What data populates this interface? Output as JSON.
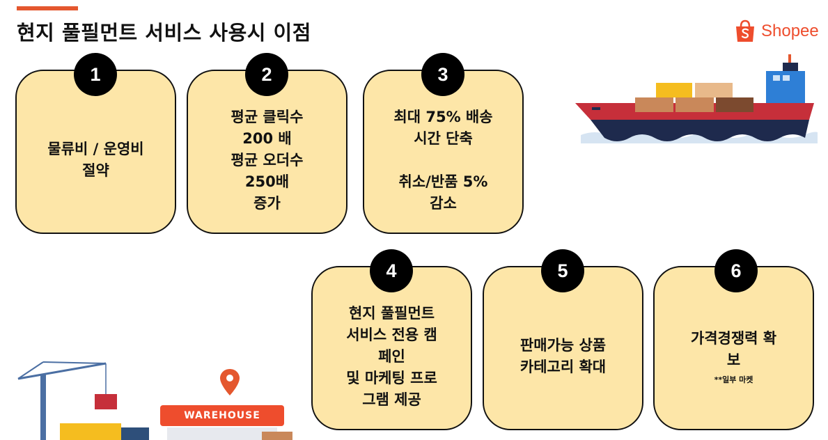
{
  "slide": {
    "title": "현지 풀필먼트 서비스 사용시 이점",
    "brand_name": "Shopee",
    "brand_color": "#ee4d2d",
    "accent_color": "#e4572e",
    "card_color": "#fde6a8"
  },
  "benefits": [
    {
      "number": "1",
      "text": "물류비 / 운영비\n절약",
      "note": ""
    },
    {
      "number": "2",
      "text": "평균 클릭수\n200 배\n평균 오더수\n250배\n증가",
      "note": ""
    },
    {
      "number": "3",
      "text": "최대 75% 배송\n시간 단축\n\n취소/반품 5%\n감소",
      "note": ""
    },
    {
      "number": "4",
      "text": "현지 풀필먼트\n서비스 전용 캠\n페인\n및 마케팅 프로\n그램 제공",
      "note": ""
    },
    {
      "number": "5",
      "text": "판매가능 상품\n카테고리 확대",
      "note": ""
    },
    {
      "number": "6",
      "text": "가격경쟁력 확\n보",
      "note": "**일부 마켓"
    }
  ],
  "illustrations": {
    "ship": "cargo-ship-illustration",
    "crane": "port-crane-illustration",
    "warehouse_sign": "WAREHOUSE",
    "pin": "location-pin-icon"
  }
}
